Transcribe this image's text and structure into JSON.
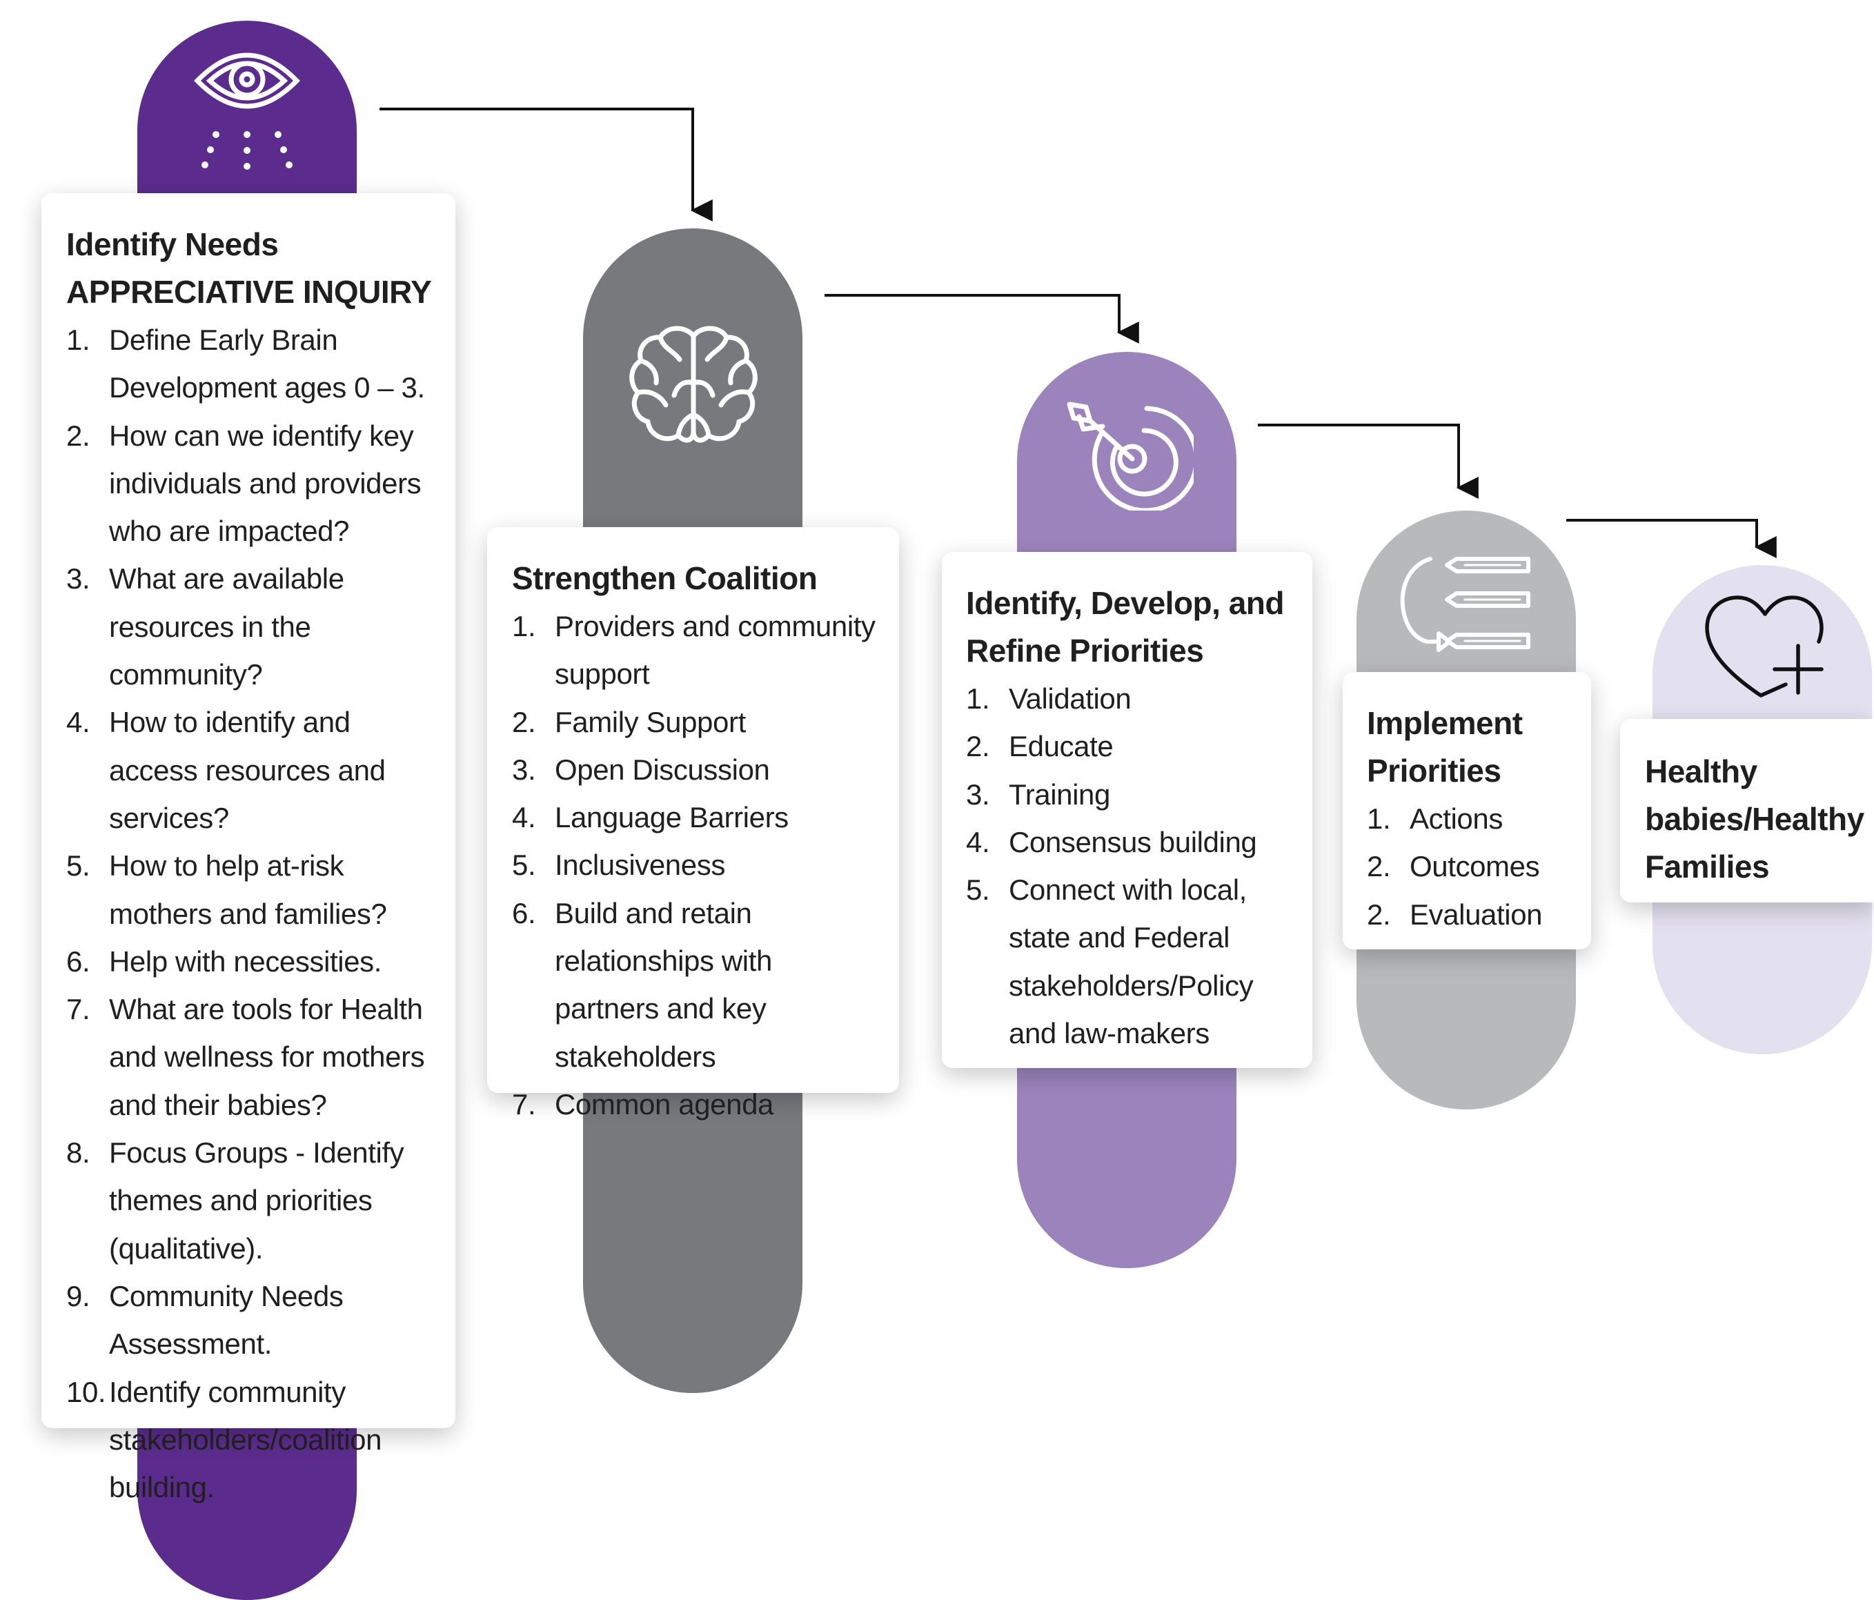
{
  "colors": {
    "dark_purple": "#5b2c8d",
    "dark_gray": "#77797c",
    "mid_purple": "#9b84bb",
    "light_gray": "#b8b9bb",
    "pale_lavender": "#e3e0ef"
  },
  "stages": [
    {
      "icon": "eye-icon",
      "title_lines": [
        "Identify Needs",
        "APPRECIATIVE INQUIRY"
      ],
      "items": [
        {
          "num": "1.",
          "text": "Define Early Brain Development ages 0 – 3."
        },
        {
          "num": "2.",
          "text": "How can we identify key individuals and providers who are impacted?"
        },
        {
          "num": "3.",
          "text": "What are available resources in the community?"
        },
        {
          "num": "4.",
          "text": "How to identify and access resources and services?"
        },
        {
          "num": "5.",
          "text": "How to help at-risk mothers and families?"
        },
        {
          "num": "6.",
          "text": "Help with necessities."
        },
        {
          "num": "7.",
          "text": "What are tools for Health and wellness for mothers and their babies?"
        },
        {
          "num": "8.",
          "text": "Focus Groups - Identify themes and priorities (qualitative)."
        },
        {
          "num": "9.",
          "text": "Community Needs Assessment."
        },
        {
          "num": "10.",
          "text": "Identify community stakeholders/coalition building."
        }
      ]
    },
    {
      "icon": "brain-icon",
      "title_lines": [
        "Strengthen Coalition"
      ],
      "items": [
        {
          "num": "1.",
          "text": "Providers and community support"
        },
        {
          "num": "2.",
          "text": "Family Support"
        },
        {
          "num": "3.",
          "text": "Open Discussion"
        },
        {
          "num": "4.",
          "text": "Language Barriers"
        },
        {
          "num": "5.",
          "text": "Inclusiveness"
        },
        {
          "num": "6.",
          "text": "Build and retain relationships with partners and key stakeholders"
        },
        {
          "num": "7.",
          "text": "Common agenda"
        }
      ]
    },
    {
      "icon": "target-arrow-icon",
      "title_lines": [
        "Identify, Develop, and",
        "Refine Priorities"
      ],
      "items": [
        {
          "num": "1.",
          "text": "Validation"
        },
        {
          "num": "2.",
          "text": "Educate"
        },
        {
          "num": "3.",
          "text": "Training"
        },
        {
          "num": "4.",
          "text": "Consensus building"
        },
        {
          "num": "5.",
          "text": "Connect with local, state and Federal stakeholders/Policy and law-makers"
        }
      ]
    },
    {
      "icon": "cycle-list-icon",
      "title_lines": [
        "Implement",
        "Priorities"
      ],
      "items": [
        {
          "num": "1.",
          "text": "Actions"
        },
        {
          "num": "2.",
          "text": "Outcomes"
        },
        {
          "num": "2.",
          "text": "Evaluation"
        }
      ]
    },
    {
      "icon": "heart-plus-icon",
      "title_lines": [
        "Healthy",
        "babies/Healthy",
        "Families"
      ],
      "items": []
    }
  ]
}
